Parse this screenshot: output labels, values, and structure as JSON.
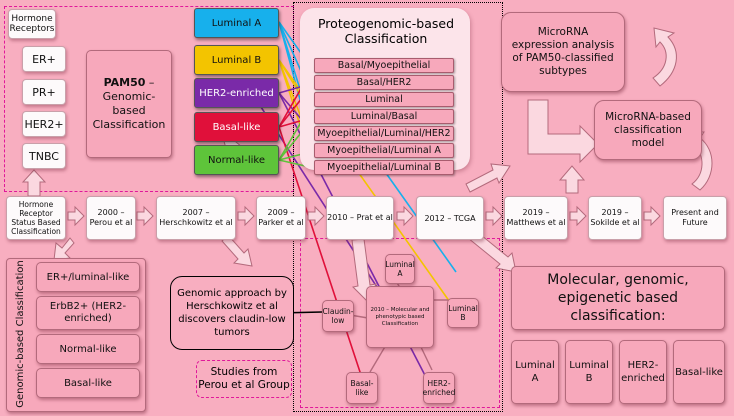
{
  "hormone_receptors": {
    "title": "Hormone Receptors",
    "items": [
      "ER+",
      "PR+",
      "HER2+",
      "TNBC"
    ]
  },
  "pam50": {
    "title_main": "PAM50",
    "title_rest": " – Genomic-based Classification"
  },
  "subtypes": [
    {
      "label": "Luminal A",
      "color": "#17b0ec"
    },
    {
      "label": "Luminal B",
      "color": "#f3c400"
    },
    {
      "label": "HER2-enriched",
      "color": "#7a2aa8"
    },
    {
      "label": "Basal-like",
      "color": "#e0103a"
    },
    {
      "label": "Normal-like",
      "color": "#5ec43a"
    }
  ],
  "proteogenomic": {
    "title": "Proteogenomic-based Classification",
    "items": [
      "Basal/Myoepithelial",
      "Basal/HER2",
      "Luminal",
      "Luminal/Basal",
      "Myoepithelial/Luminal/HER2",
      "Myoepithelial/Luminal A",
      "Myoepithelial/Luminal B"
    ]
  },
  "microrna_analysis": "MicroRNA expression analysis of PAM50-classified subtypes",
  "microrna_model": "MicroRNA-based classification model",
  "timeline": [
    "Hormone Receptor Status Based Classification",
    "2000 – Perou et al",
    "2007 – Herschkowitz et al",
    "2009 – Parker et al",
    "2010 – Prat et al",
    "2012 – TCGA",
    "2019 – Matthews et al",
    "2019 – Sokilde et al",
    "Present and Future"
  ],
  "genomic": {
    "vertical_label": "Genomic-based Classification",
    "items": [
      "ER+/luminal-like",
      "ErbB2+ (HER2-enriched)",
      "Normal-like",
      "Basal-like"
    ]
  },
  "herschkowitz_note": "Genomic approach by Herschkowitz et al discovers claudin-low tumors",
  "perou_group": "Studies from Perou et al Group",
  "prat2010": {
    "center": "2010 – Molecular and phenotypic based Classification",
    "luminal_a": "Luminal A",
    "luminal_b": "Luminal B",
    "claudin_low": "Claudin-low",
    "basal_like": "Basal-like",
    "her2_enriched": "HER2-enriched"
  },
  "molecular": {
    "title": "Molecular, genomic, epigenetic based classification:",
    "items": [
      "Luminal A",
      "Luminal B",
      "HER2-enriched",
      "Basal-like"
    ]
  }
}
